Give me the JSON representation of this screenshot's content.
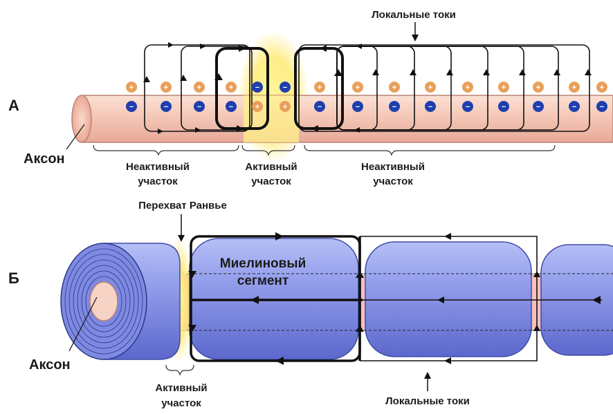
{
  "panel_a": {
    "letter": "А",
    "top_label": "Локальные токи",
    "axon_label": "Аксон",
    "inactive_left": [
      "Неактивный",
      "участок"
    ],
    "active": [
      "Активный",
      "участок"
    ],
    "inactive_right": [
      "Неактивный",
      "участок"
    ],
    "signs": {
      "positive": "+",
      "negative": "−"
    }
  },
  "panel_b": {
    "letter": "Б",
    "node_label": "Перехват Ранвье",
    "segment_label": [
      "Миелиновый",
      "сегмент"
    ],
    "axon_label": "Аксон",
    "active": [
      "Активный",
      "участок"
    ],
    "bottom_label": "Локальные токи"
  },
  "colors": {
    "axon_fill": "#f3c4b4",
    "axon_stroke": "#b88272",
    "plus_sign": "#e8a05a",
    "minus_sign": "#1f3fae",
    "active_glow": "#ffe86a",
    "myelin_fill": "#8d98e6",
    "myelin_stroke": "#3d4aa8",
    "node_fill": "#f5c0bc",
    "current_lines": "#111111"
  }
}
